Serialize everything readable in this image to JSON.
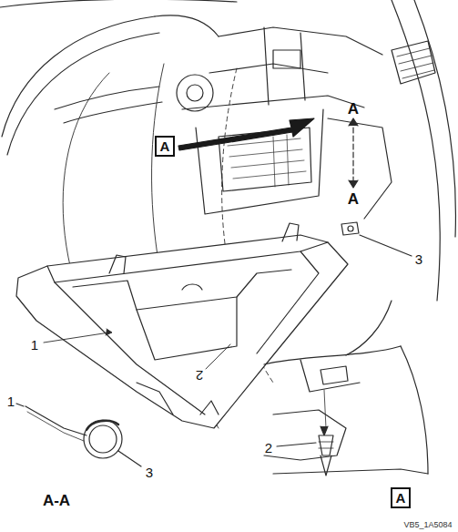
{
  "diagram": {
    "nodes": [
      {
        "text": [
          "A"
        ]
      },
      {
        "text": [
          "A"
        ]
      }
    ],
    "labels": [
      "A",
      "A",
      "3",
      "1",
      "2",
      "1",
      "3",
      "A-A",
      "2",
      "VB5_1A5084"
    ]
  }
}
